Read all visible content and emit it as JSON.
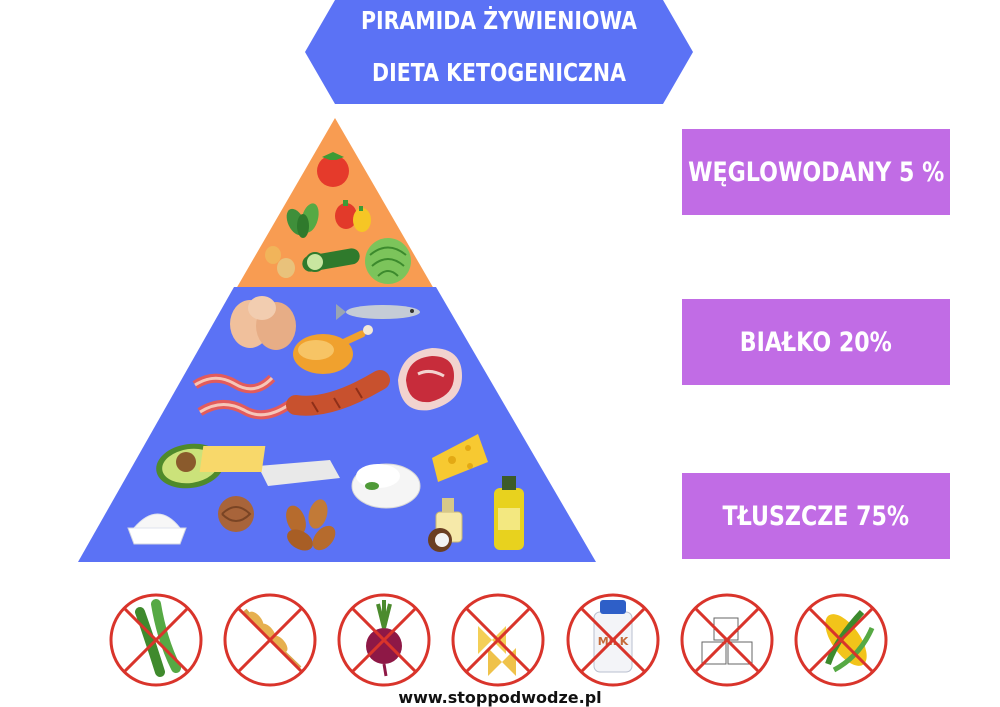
{
  "banner": {
    "line1": "PIRAMIDA ŻYWIENIOWA",
    "line2": "DIETA KETOGENICZNA",
    "color": "#5b72f5"
  },
  "pyramid": {
    "top_color": "#f89c52",
    "bottom_color": "#5b72f5",
    "top_icons": [
      "tomato-icon",
      "spinach-icon",
      "bell-peppers-icon",
      "onion-icon",
      "cucumber-icon",
      "cabbage-icon"
    ],
    "bottom_icons": [
      "eggs-icon",
      "fish-icon",
      "chicken-icon",
      "bacon-icon",
      "sausage-icon",
      "steak-icon",
      "avocado-icon",
      "butter-icon",
      "mozzarella-icon",
      "cheese-icon",
      "cream-icon",
      "walnut-icon",
      "almonds-icon",
      "coconut-oil-icon",
      "olive-oil-icon"
    ]
  },
  "macros": [
    {
      "label": "WĘGLOWODANY 5 %"
    },
    {
      "label": "BIAŁKO 20%"
    },
    {
      "label": "TŁUSZCZE 75%"
    }
  ],
  "macro_color": "#c16ce5",
  "forbidden": {
    "items": [
      "green-beans-icon",
      "wheat-icon",
      "beetroot-icon",
      "pasta-icon",
      "milk-icon",
      "sugar-cubes-icon",
      "corn-icon"
    ],
    "milk_label": "MILK",
    "cross_color": "#d9342b"
  },
  "footer": {
    "text": "www.stoppodwodze.pl"
  }
}
